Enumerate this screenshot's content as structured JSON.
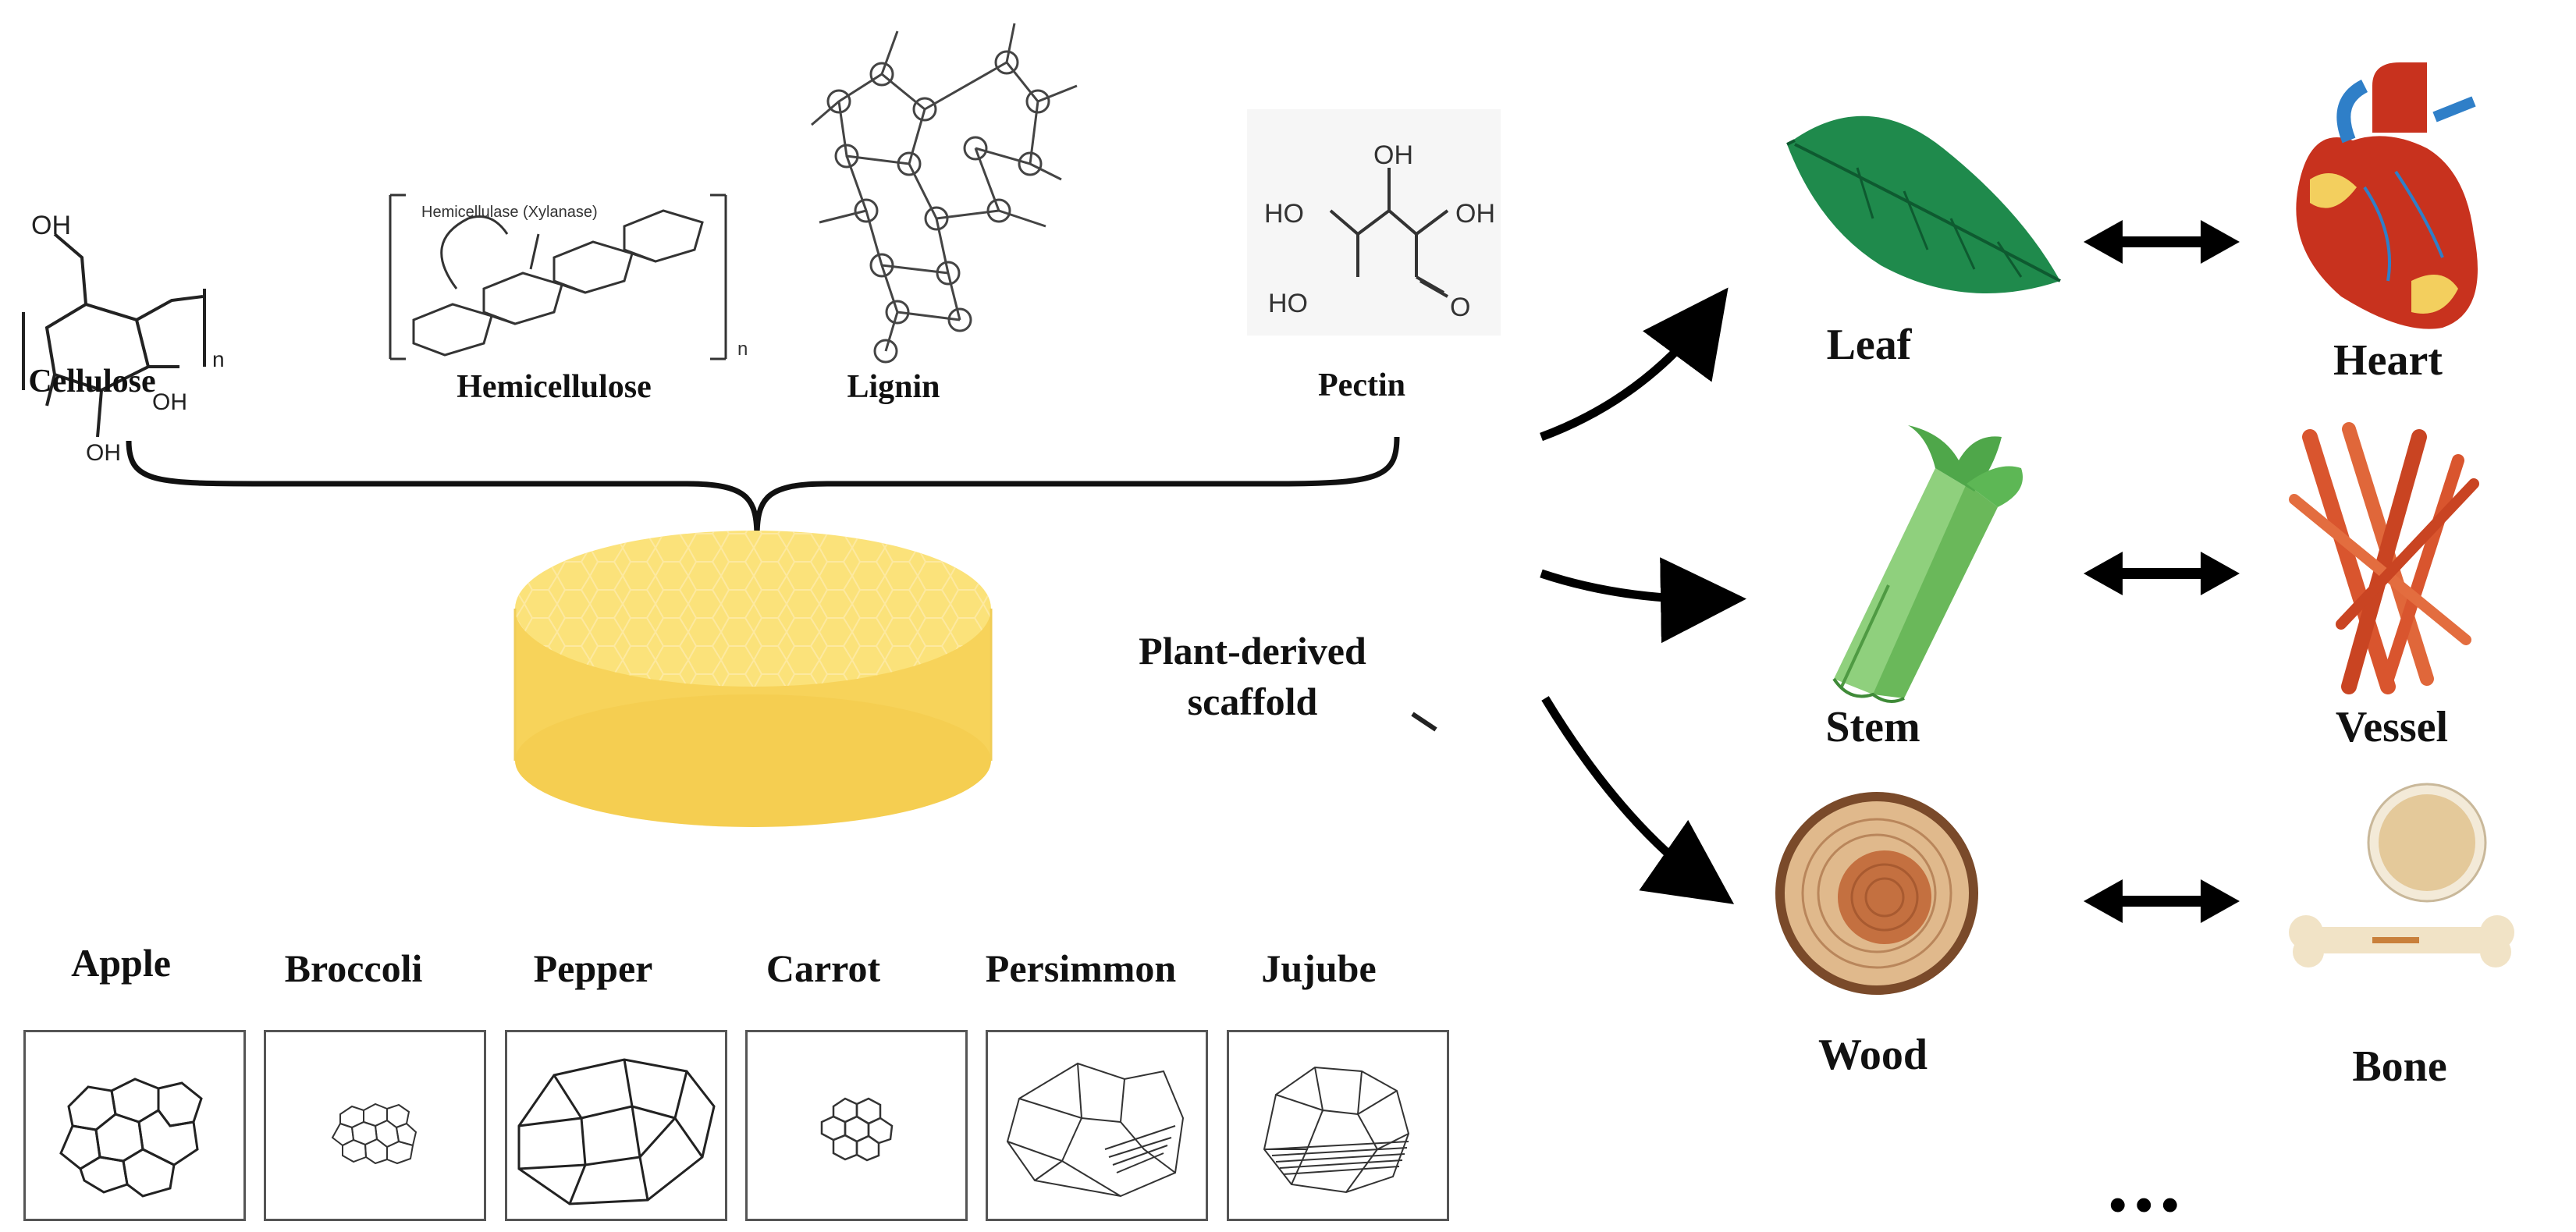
{
  "components": [
    {
      "id": "cellulose",
      "label": "Cellulose"
    },
    {
      "id": "hemicellulose",
      "label": "Hemicellulose"
    },
    {
      "id": "lignin",
      "label": "Lignin"
    },
    {
      "id": "pectin",
      "label": "Pectin"
    }
  ],
  "chem_text": {
    "cellulose_oh_top": "OH",
    "cellulose_oh_right": "OH",
    "cellulose_oh_bottom": "OH",
    "cellulose_n": "n",
    "hemicellulose_note": "Hemicellulase (Xylanase)",
    "hemicellulose_n": "n",
    "pectin_oh_top": "OH",
    "pectin_ho_left": "HO",
    "pectin_oh_right": "OH",
    "pectin_ho_bottom": "HO",
    "pectin_o": "O"
  },
  "scaffold": {
    "label_line1": "Plant-derived",
    "label_line2": "scaffold",
    "color": "#f7d35a"
  },
  "plants": [
    {
      "id": "apple",
      "label": "Apple"
    },
    {
      "id": "broccoli",
      "label": "Broccoli"
    },
    {
      "id": "pepper",
      "label": "Pepper"
    },
    {
      "id": "carrot",
      "label": "Carrot"
    },
    {
      "id": "persimmon",
      "label": "Persimmon"
    },
    {
      "id": "jujube",
      "label": "Jujube"
    }
  ],
  "pairs": [
    {
      "plant": "Leaf",
      "tissue": "Heart"
    },
    {
      "plant": "Stem",
      "tissue": "Vessel"
    },
    {
      "plant": "Wood",
      "tissue": "Bone"
    }
  ],
  "ellipsis": "...",
  "icons": {
    "leaf": "leaf-icon",
    "heart": "heart-icon",
    "stem": "celery-stem-icon",
    "vessel": "blood-vessel-icon",
    "wood": "wood-cross-section-icon",
    "bone": "bone-icon"
  },
  "colors": {
    "leaf": "#1f8a4c",
    "heart": "#c8321e",
    "stem": "#7cc86a",
    "vessel": "#d9552e",
    "wood": "#b3683d",
    "bone": "#f1e3c6"
  }
}
